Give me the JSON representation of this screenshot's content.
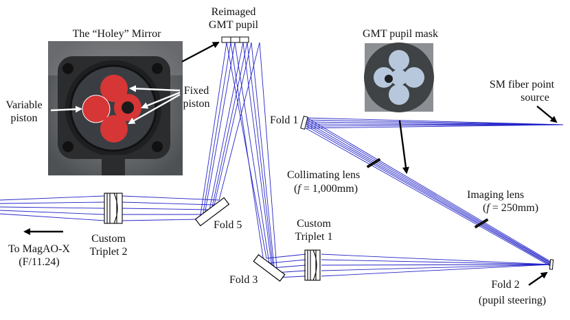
{
  "photo_title": "The “Holey” Mirror",
  "reimaged_pupil": [
    "Reimaged",
    "GMT pupil"
  ],
  "mask_title": "GMT pupil mask",
  "variable_piston": [
    "Variable",
    "piston"
  ],
  "fixed_piston": [
    "Fixed",
    "piston"
  ],
  "source": [
    "SM fiber point",
    "source"
  ],
  "fold1": "Fold 1",
  "fold2": [
    "Fold 2",
    "(pupil steering)"
  ],
  "fold3": "Fold 3",
  "fold5": "Fold 5",
  "collimating_lens": {
    "name": "Collimating lens",
    "f_sym": "f",
    "f_val": " = 1,000mm)"
  },
  "imaging_lens": {
    "name": "Imaging lens",
    "f_sym": "f",
    "f_val": " = 250mm)"
  },
  "triplet1": [
    "Custom",
    "Triplet 1"
  ],
  "triplet2": [
    "Custom",
    "Triplet 2"
  ],
  "output": [
    "To MagAO-X",
    "(F/11.24)"
  ],
  "colors": {
    "beam": "#2323c8",
    "arrow": "#000000",
    "mask_bg": "#3f4346",
    "mask_segment": "#b7c8dc",
    "piston_red": "#d63636"
  }
}
